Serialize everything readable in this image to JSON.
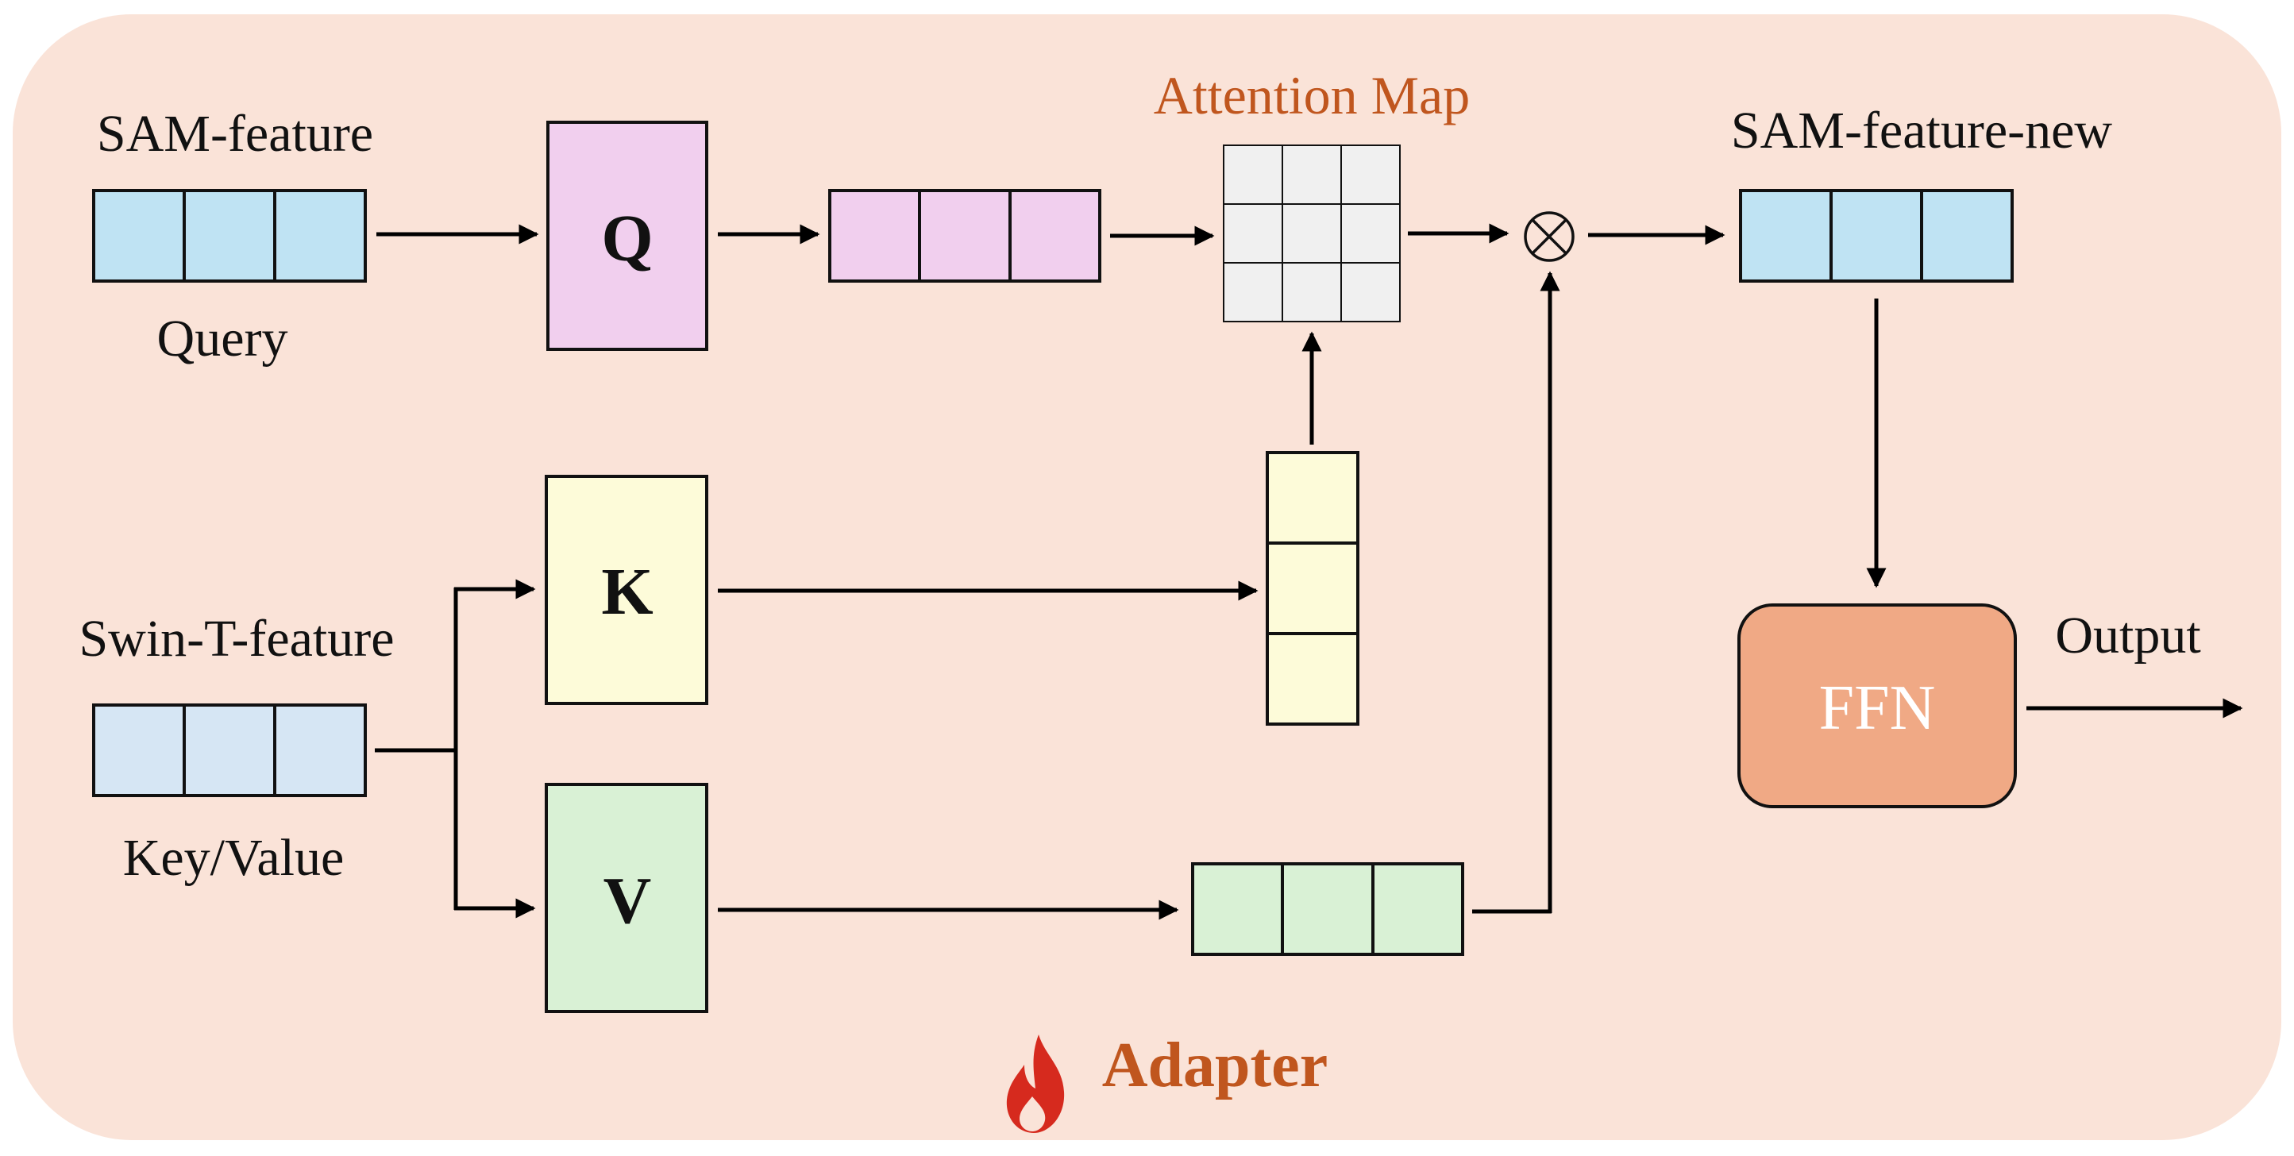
{
  "labels": {
    "sam_feature": "SAM-feature",
    "query": "Query",
    "swin_feature": "Swin-T-feature",
    "key_value": "Key/Value",
    "attention_map": "Attention Map",
    "sam_feature_new": "SAM-feature-new",
    "output": "Output",
    "multiply_symbol": "⊗"
  },
  "blocks": {
    "q": "Q",
    "k": "K",
    "v": "V",
    "ffn": "FFN"
  },
  "footer": {
    "title": "Adapter",
    "icon": "fire-icon"
  },
  "colors": {
    "panel_bg": "#fae3d8",
    "sam_feature_cells": "#bfe3f3",
    "swin_feature_cells": "#d6e6f4",
    "q_fill": "#f1cfee",
    "k_fill": "#fdfbd9",
    "v_fill": "#d9f1d5",
    "attention_cells": "#f0f0f0",
    "ffn_fill": "#f0a985",
    "accent_orange": "#c0561e",
    "fire_red": "#d62a1e"
  }
}
